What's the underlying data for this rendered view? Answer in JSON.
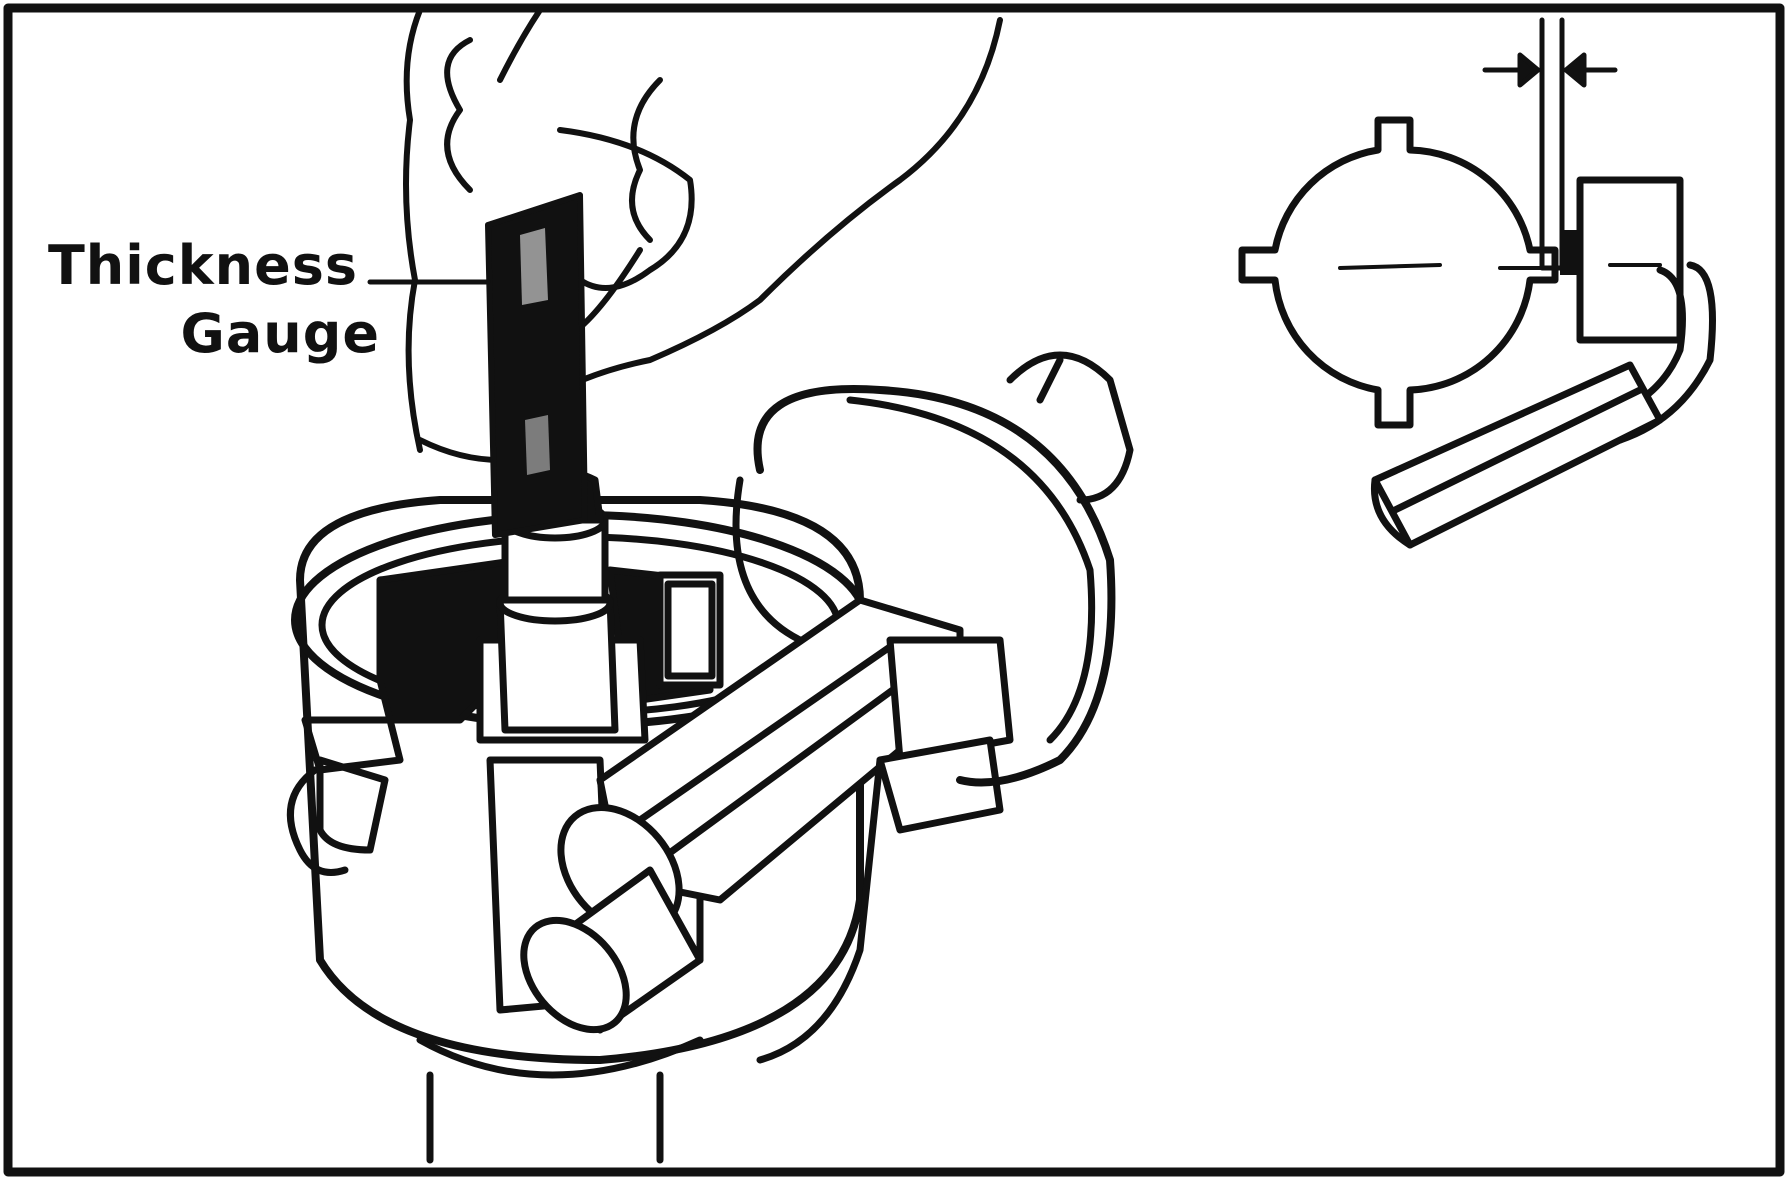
{
  "figure": {
    "callout": {
      "line1": "Thickness",
      "line2": "Gauge"
    },
    "colors": {
      "ink": "#111111",
      "paper": "#ffffff"
    },
    "icons": [
      "hand-illustration",
      "thickness-gauge-blade",
      "distributor-housing",
      "vacuum-advance-unit",
      "rotor-signal-inset",
      "air-gap-arrows"
    ]
  }
}
